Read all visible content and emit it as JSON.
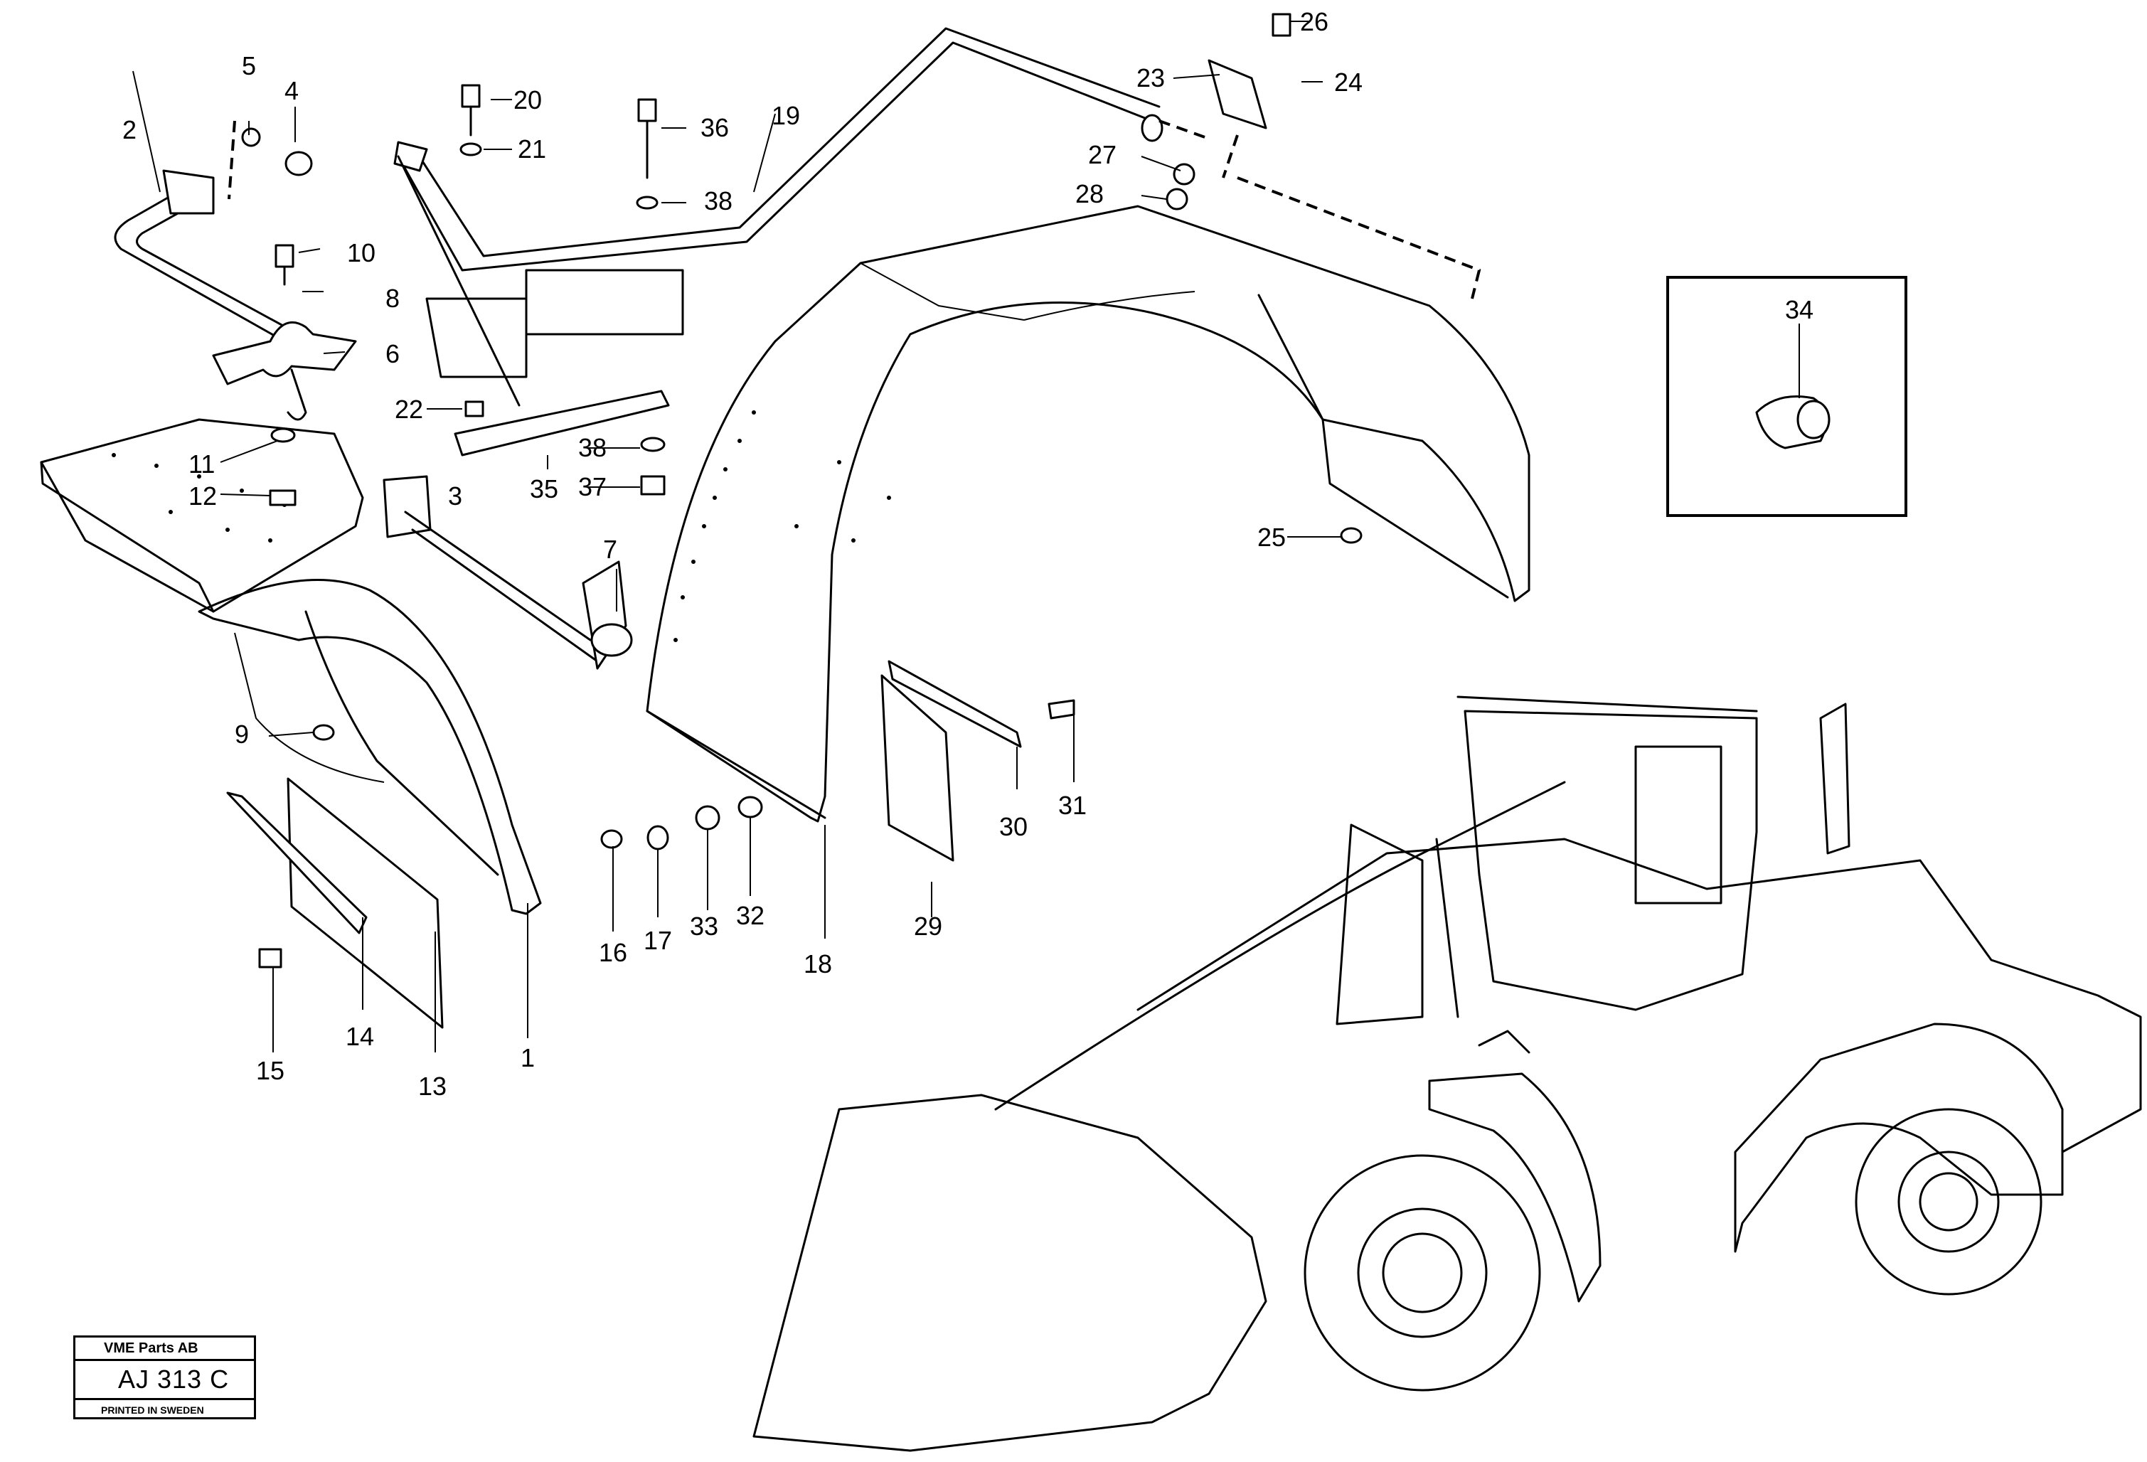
{
  "stamp": {
    "company": "VME Parts AB",
    "code": "AJ 313 C",
    "printed": "PRINTED IN SWEDEN"
  },
  "labels": {
    "l1": "1",
    "l2": "2",
    "l3": "3",
    "l4": "4",
    "l5": "5",
    "l6": "6",
    "l7": "7",
    "l8": "8",
    "l9": "9",
    "l10": "10",
    "l11": "11",
    "l12": "12",
    "l13": "13",
    "l14": "14",
    "l15": "15",
    "l16": "16",
    "l17": "17",
    "l18": "18",
    "l19": "19",
    "l20": "20",
    "l21": "21",
    "l22": "22",
    "l23": "23",
    "l24": "24",
    "l25": "25",
    "l26": "26",
    "l27": "27",
    "l28": "28",
    "l29": "29",
    "l30": "30",
    "l31": "31",
    "l32": "32",
    "l33": "33",
    "l34": "34",
    "l35": "35",
    "l36": "36",
    "l37": "37",
    "l38a": "38",
    "l38b": "38"
  }
}
